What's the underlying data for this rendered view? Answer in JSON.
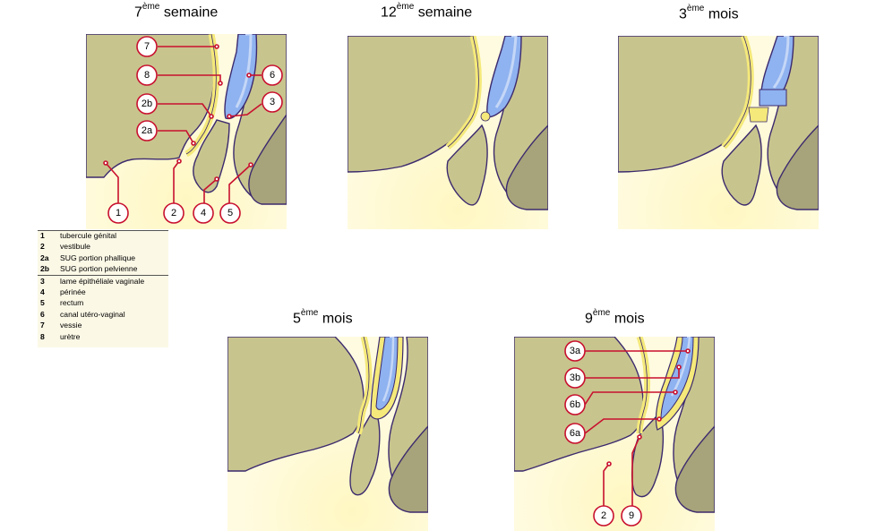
{
  "panels": [
    {
      "title_num": "7",
      "title_sup": "ème",
      "title_word": "semaine"
    },
    {
      "title_num": "12",
      "title_sup": "ème",
      "title_word": "semaine"
    },
    {
      "title_num": "3",
      "title_sup": "ème",
      "title_word": "mois"
    },
    {
      "title_num": "5",
      "title_sup": "ème",
      "title_word": "mois"
    },
    {
      "title_num": "9",
      "title_sup": "ème",
      "title_word": "mois"
    }
  ],
  "callouts_panel1": [
    "7",
    "8",
    "2b",
    "2a",
    "6",
    "3",
    "1",
    "2",
    "4",
    "5"
  ],
  "callouts_panel5": [
    "3a",
    "3b",
    "6b",
    "6a",
    "2",
    "9"
  ],
  "legend": [
    {
      "num": "1",
      "text": "tubercule génital"
    },
    {
      "num": "2",
      "text": "vestibule"
    },
    {
      "num": "2a",
      "text": "SUG portion phallique"
    },
    {
      "num": "2b",
      "text": "SUG portion pelvienne"
    },
    {
      "num": "3",
      "text": "lame épithéliale vaginale"
    },
    {
      "num": "4",
      "text": "périnée"
    },
    {
      "num": "5",
      "text": "rectum"
    },
    {
      "num": "6",
      "text": "canal utéro-vaginal"
    },
    {
      "num": "7",
      "text": "vessie"
    },
    {
      "num": "8",
      "text": "urètre"
    }
  ],
  "colors": {
    "tissue": "#c8c48e",
    "tissue_dark": "#a7a37a",
    "outline": "#3b2a6e",
    "epithelium": "#f4e97a",
    "canal_blue": "#8fb2f0",
    "canal_light": "#c5d7f7",
    "glow": "#fff7c2",
    "callout_red": "#c8102e"
  }
}
